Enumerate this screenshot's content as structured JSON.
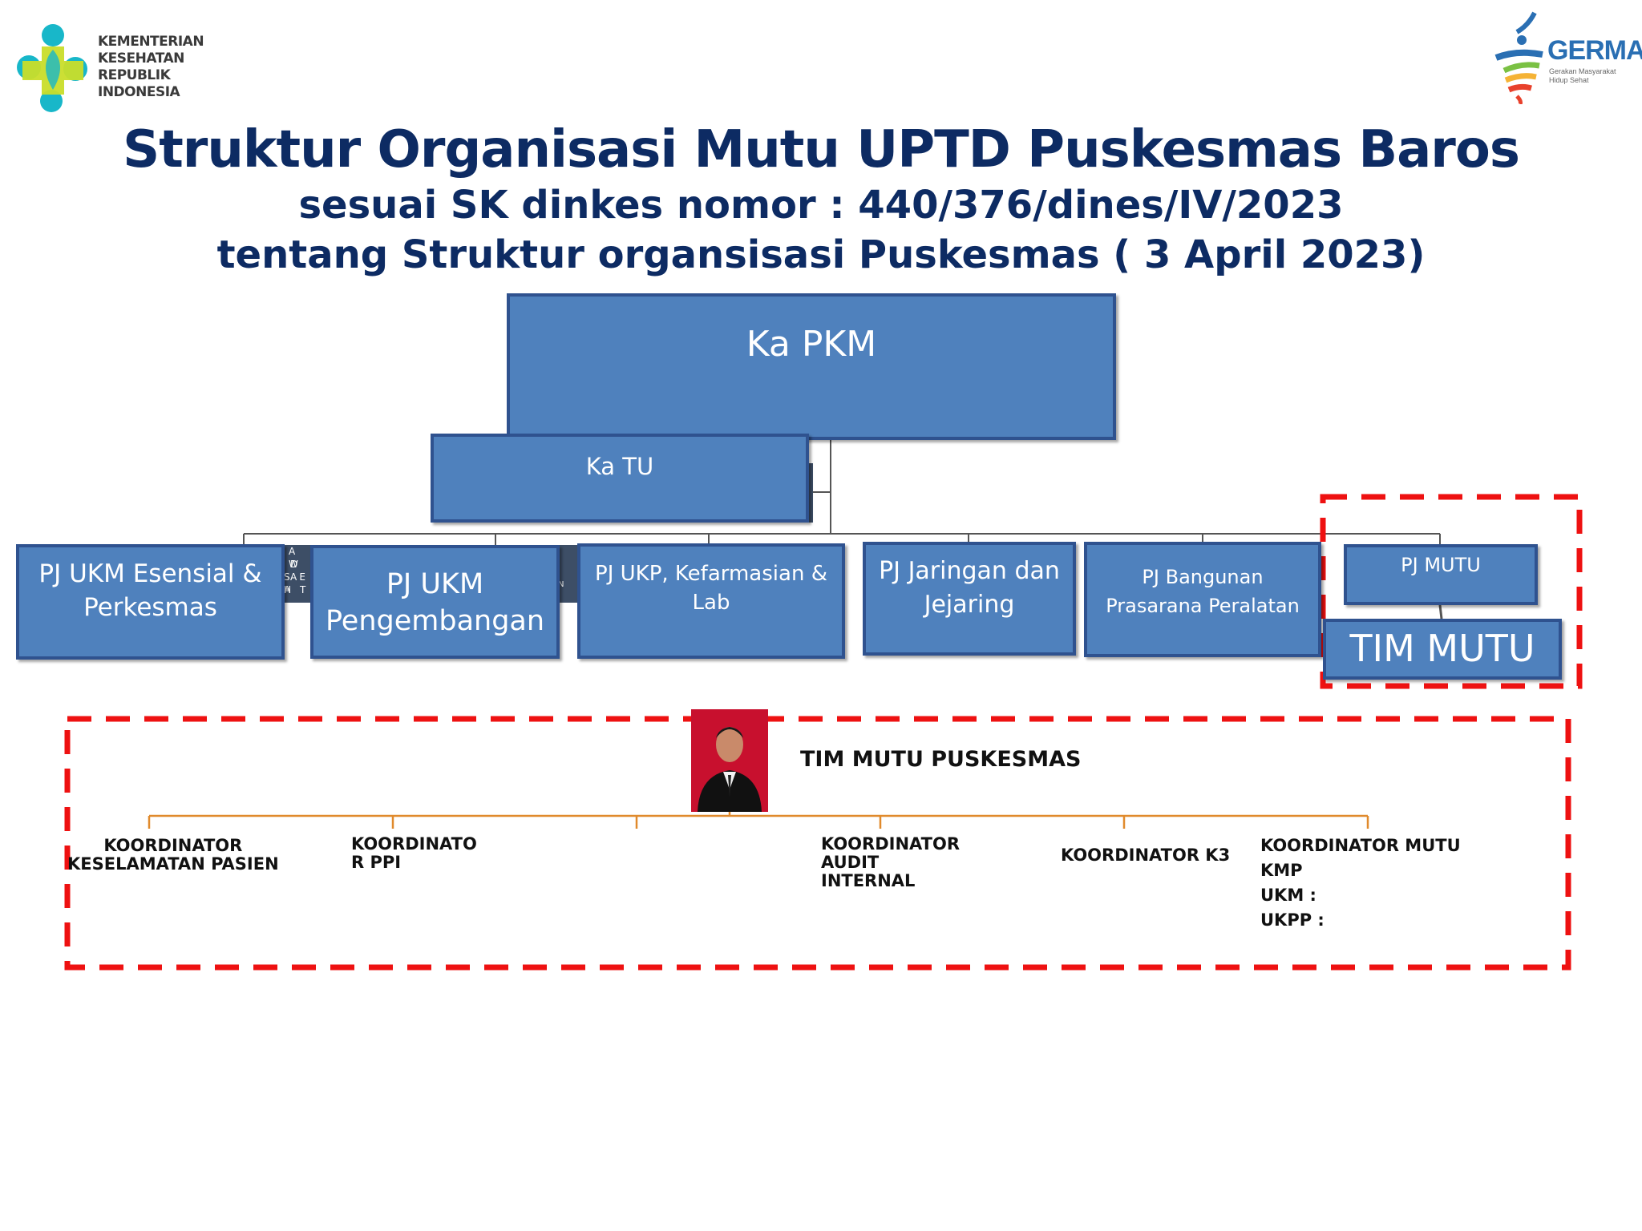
{
  "logos": {
    "kemenkes_lines": [
      "KEMENTERIAN",
      "KESEHATAN",
      "REPUBLIK",
      "INDONESIA"
    ],
    "germas_word": "GERMAS",
    "germas_sub_lines": [
      "Gerakan Masyarakat",
      "Hidup Sehat"
    ]
  },
  "titles": {
    "main": "Struktur Organisasi Mutu UPTD Puskesmas Baros",
    "sk": "sesuai SK dinkes nomor : 440/376/dines/IV/2023",
    "tentang": "tentang Struktur organsisasi Puskesmas ( 3 April 2023)"
  },
  "org": {
    "ka_pkm": "Ka PKM",
    "ka_tu": "Ka TU",
    "pj_ukm_esensial": [
      "PJ UKM Esensial &",
      "Perkesmas"
    ],
    "pj_ukm_pengembangan": [
      "PJ UKM",
      "Pengembangan"
    ],
    "pj_ukp": [
      "PJ UKP, Kefarmasian &",
      "Lab"
    ],
    "pj_jaringan": [
      "PJ Jaringan dan",
      "Jejaring"
    ],
    "pj_bangunan": [
      "PJ Bangunan",
      "Prasarana Peralatan"
    ],
    "pj_mutu": "PJ MUTU",
    "tim_mutu": "TIM MUTU",
    "hidden_fragments": [
      "A W",
      "D A",
      "S E H",
      "A T",
      "N"
    ]
  },
  "team": {
    "title": "TIM MUTU PUSKESMAS",
    "keselamatan": [
      "KOORDINATOR",
      "KESELAMATAN PASIEN"
    ],
    "ppi": [
      "KOORDINATO",
      "R PPI"
    ],
    "audit": [
      "KOORDINATOR",
      "AUDIT",
      "INTERNAL"
    ],
    "k3": "KOORDINATOR K3",
    "mutu": [
      "KOORDINATOR MUTU",
      "KMP",
      "UKM :",
      "UKPP :"
    ]
  },
  "colors": {
    "title": "#0d2b63",
    "box_fill": "#4f81bd",
    "box_border": "#2f528f",
    "dashed_highlight": "#ee1111",
    "team_connector": "#e08a2c"
  }
}
